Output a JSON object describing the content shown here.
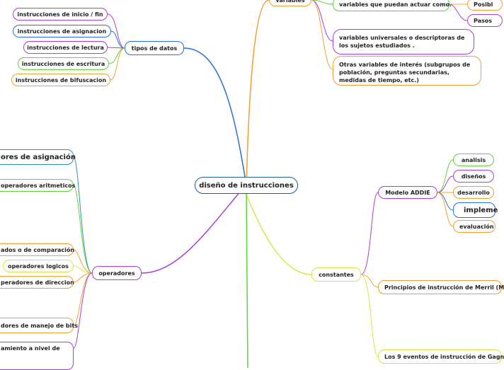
{
  "colors": {
    "blue": "#2a6fd6",
    "purple": "#a63fd6",
    "green": "#5fd33a",
    "orange": "#f0a030",
    "yellow": "#d8e645",
    "teal": "#2f8fb8",
    "navy": "#1f5f8f"
  },
  "center": {
    "label": "diseño de instrucciones"
  },
  "tipos_de_datos": {
    "label": "tipos de datos",
    "children": [
      "instrucciones de inicio / fin",
      "instrucciones de asignacion",
      "instrucciones de lectura",
      "instrucciones de escritura",
      "instrucciones de bifuscacion"
    ]
  },
  "variables": {
    "label": "variables",
    "children": [
      "variables que puedan actuar como.",
      "variables universales o descriptoras de los sujetos estudiados .",
      "Otras variables de interés (subgrupos de población, preguntas secundarias, medidas de tiempo, etc.)"
    ],
    "sub": [
      "Posibl",
      "Pasos"
    ]
  },
  "operadores": {
    "label": "operadores",
    "children": [
      "ores de asignación",
      "operadores aritmeticos",
      "ados o de comparación",
      "operadores logicos",
      "peradores de direccion",
      "dores de manejo de bits",
      "amiento a nivel de"
    ]
  },
  "constantes": {
    "label": "constantes",
    "children": [
      "Modelo ADDIE",
      "Principios de instrucción de Merril (M",
      "Los 9 eventos de instrucción de Gagn"
    ],
    "addie": [
      "analisis",
      "diseños",
      "desarrollo",
      "impleme",
      "evaluación"
    ]
  }
}
